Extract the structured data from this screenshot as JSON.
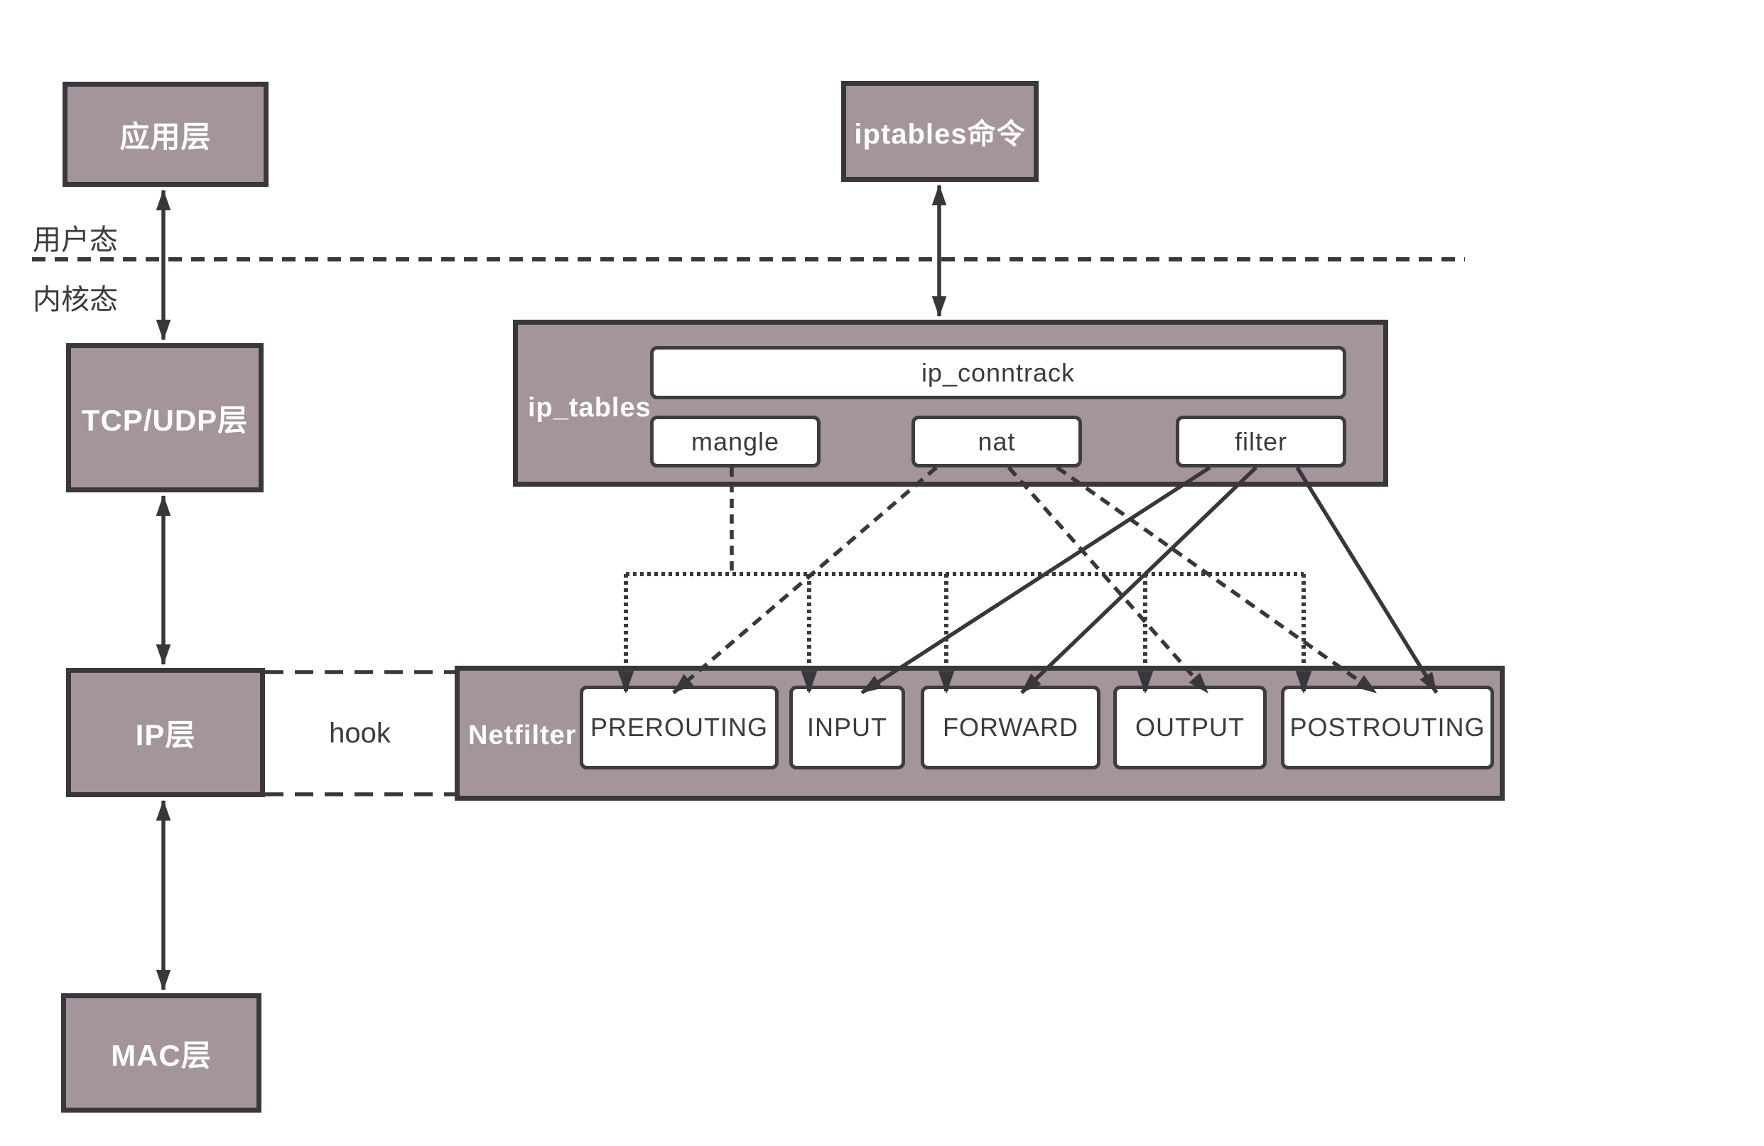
{
  "modes": {
    "user": "用户态",
    "kernel": "内核态"
  },
  "layers": {
    "application": "应用层",
    "transport": "TCP/UDP层",
    "network": "IP层",
    "link": "MAC层"
  },
  "iptables_command": "iptables命令",
  "ip_tables": {
    "label": "ip_tables",
    "conntrack": "ip_conntrack",
    "tables": [
      "mangle",
      "nat",
      "filter"
    ]
  },
  "netfilter": {
    "label": "Netfilter",
    "hook": "hook",
    "chains": [
      "PREROUTING",
      "INPUT",
      "FORWARD",
      "OUTPUT",
      "POSTROUTING"
    ]
  },
  "edges": [
    {
      "from": "应用层",
      "to": "TCP/UDP层",
      "style": "solid-double-arrow"
    },
    {
      "from": "TCP/UDP层",
      "to": "IP层",
      "style": "solid-double-arrow"
    },
    {
      "from": "IP层",
      "to": "MAC层",
      "style": "solid-double-arrow"
    },
    {
      "from": "iptables命令",
      "to": "ip_tables",
      "style": "solid-double-arrow"
    },
    {
      "from": "IP层",
      "to": "Netfilter",
      "style": "dashed-hook-link"
    },
    {
      "from": "mangle",
      "to": [
        "PREROUTING",
        "INPUT",
        "FORWARD",
        "OUTPUT",
        "POSTROUTING"
      ],
      "style": "dotted-arrow"
    },
    {
      "from": "nat",
      "to": [
        "PREROUTING",
        "OUTPUT",
        "POSTROUTING"
      ],
      "style": "dashed-arrow"
    },
    {
      "from": "filter",
      "to": [
        "INPUT",
        "FORWARD",
        "POSTROUTING"
      ],
      "style": "solid-arrow"
    }
  ],
  "colors": {
    "box_fill": "#a39599",
    "stroke_dark": "#3a373c",
    "white_box_border": "#3f3c41",
    "text_dark": "#3d3a40",
    "text_white": "#ffffff",
    "background": "#ffffff"
  }
}
